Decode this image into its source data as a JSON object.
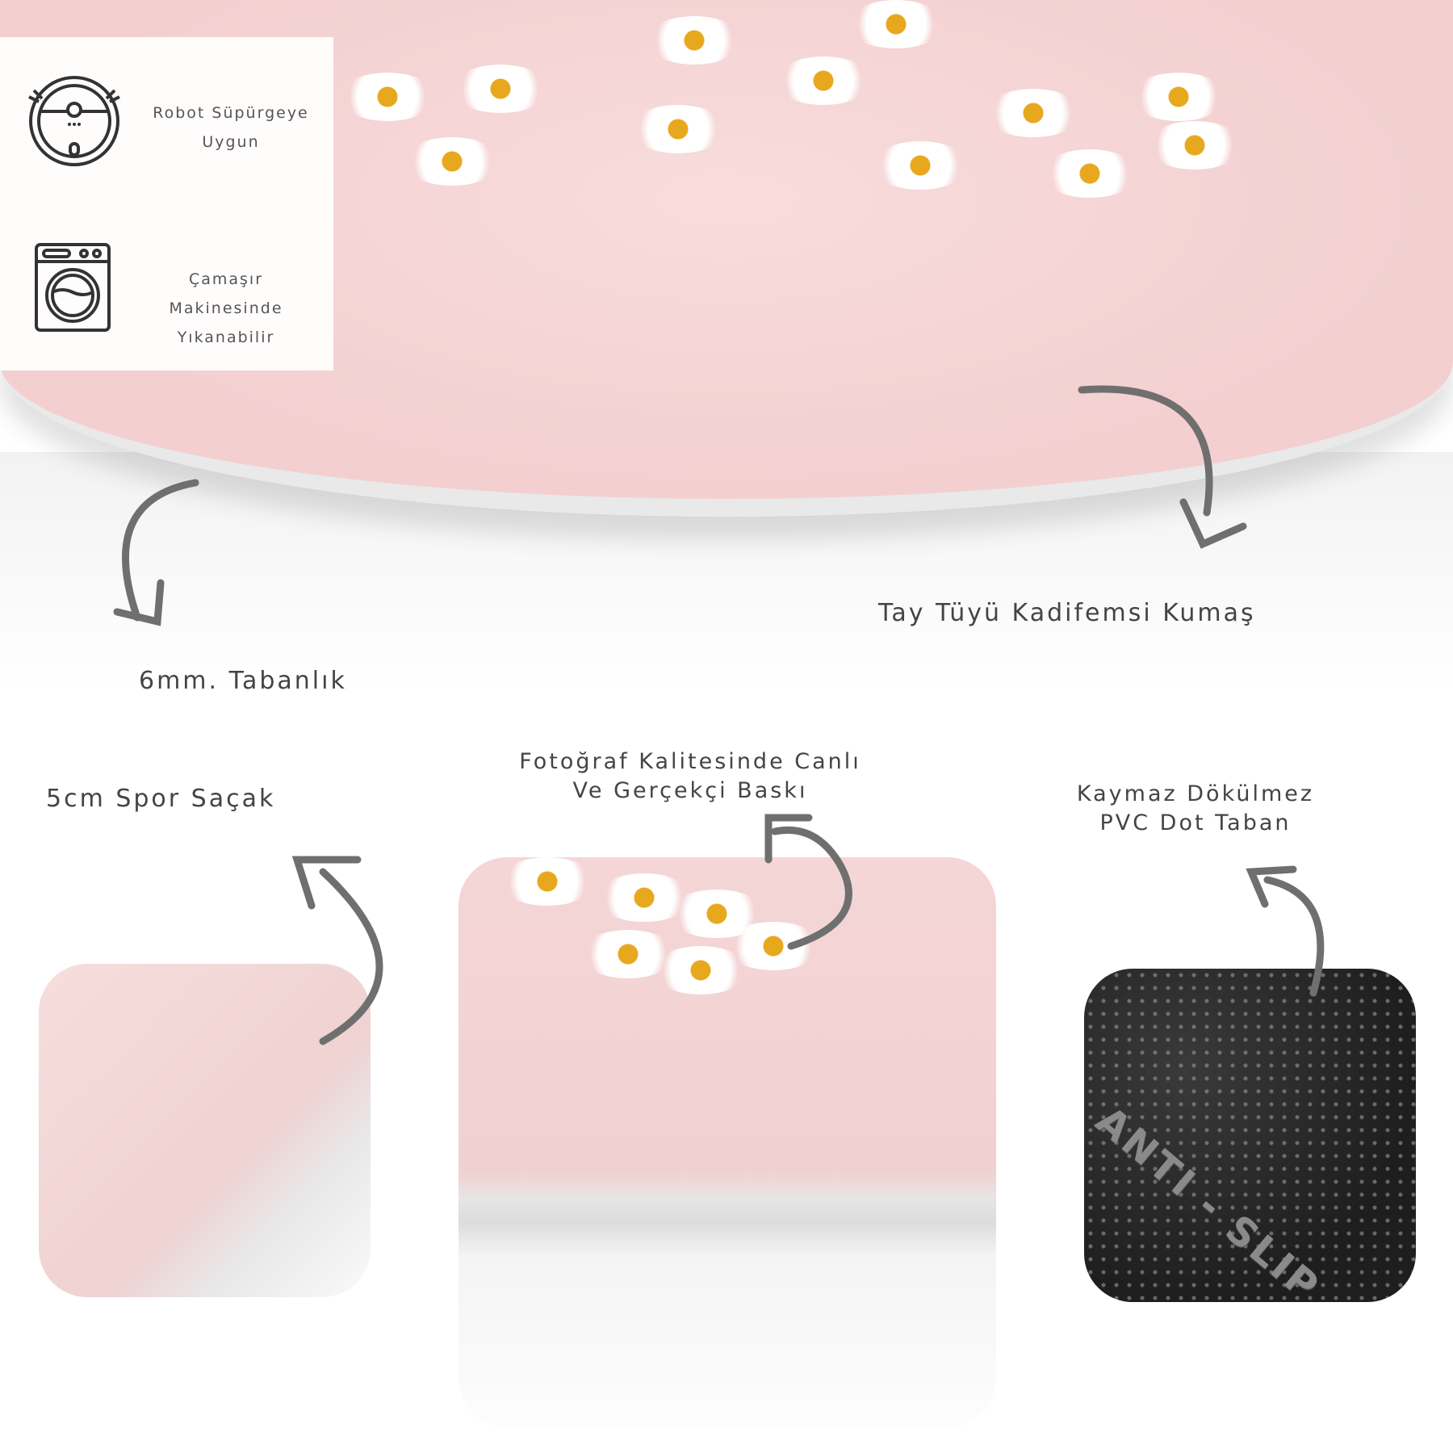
{
  "features": {
    "robot": {
      "line1": "Robot Süpürgeye",
      "line2": "Uygun",
      "icon": "robot-vacuum-icon"
    },
    "washing": {
      "line1": "Çamaşır Makinesinde",
      "line2": "Yıkanabilir",
      "icon": "washing-machine-icon"
    }
  },
  "labels": {
    "fabric": "Tay Tüyü Kadifemsi Kumaş",
    "base": "6mm. Tabanlık",
    "fringe": "5cm Spor Saçak",
    "print_line1": "Fotoğraf Kalitesinde Canlı",
    "print_line2": "Ve Gerçekçi Baskı",
    "backing_line1": "Kaymaz Dökülmez",
    "backing_line2": "PVC Dot Taban",
    "anti_slip": "ANTI - SLIP"
  },
  "colors": {
    "rug_pink": "#f3cfd0",
    "daisy_center": "#e8a81e",
    "arrow": "#6f6f6f",
    "text": "#444444"
  }
}
